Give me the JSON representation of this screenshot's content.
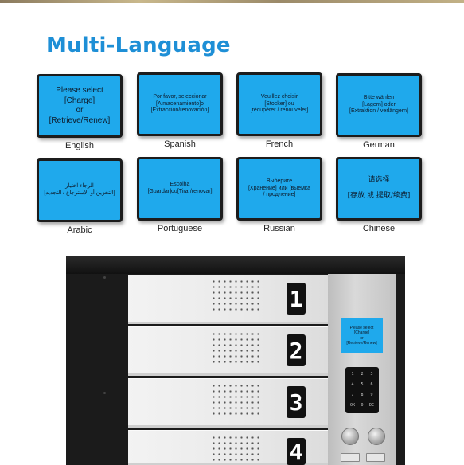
{
  "heading": "Multi-Language",
  "languages": [
    {
      "name": "English",
      "prompt": "Please select\n[Charge]\nor\n[Retrieve/Renew]"
    },
    {
      "name": "Spanish",
      "prompt": "Por favor, seleccionar\n[Almacenamiento]o\n[Extracción/renovación]"
    },
    {
      "name": "French",
      "prompt": "Veuillez choisir\n[Stocker] ou\n[récupérer / renouveler]"
    },
    {
      "name": "German",
      "prompt": "Bitte wählen\n[Lagern] oder\n[Extraktion / verlängern]"
    },
    {
      "name": "Arabic",
      "prompt": "الرجاء اختيار\n[التخزين أو الاسترجاع / التجديد]"
    },
    {
      "name": "Portuguese",
      "prompt": "Escolha\n[Guardar]ou[Tirar/renovar]"
    },
    {
      "name": "Russian",
      "prompt": "Выберите\n[Хранение] или [выемка\n/ продление]"
    },
    {
      "name": "Chinese",
      "prompt": "请选择\n[存放 或 提取/续费]"
    }
  ],
  "locker": {
    "door_numbers": [
      "1",
      "2",
      "3",
      "4"
    ],
    "panel_prompt": "Please select\n[Charge]\nor\n[Retrieve/Renew]",
    "keypad_keys": [
      "1",
      "2",
      "3",
      "4",
      "5",
      "6",
      "7",
      "8",
      "9",
      "OK",
      "0",
      "DC"
    ]
  }
}
